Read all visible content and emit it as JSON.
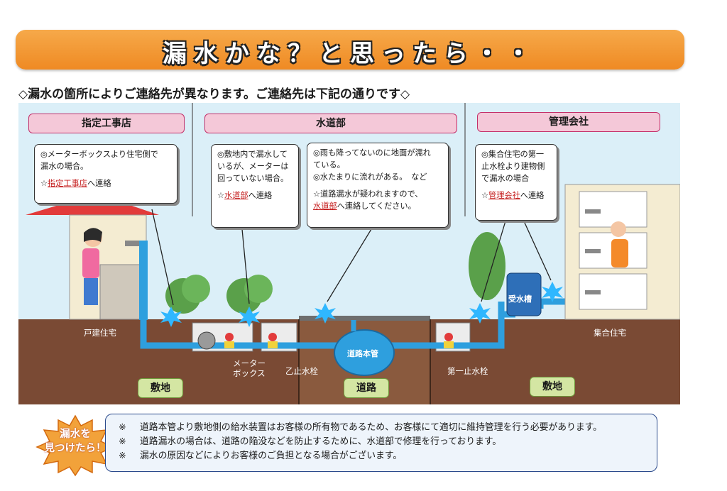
{
  "banner": {
    "title": "漏水かな？と思ったら・・"
  },
  "subtitle": "◇漏水の箇所によりご連絡先が異なります。ご連絡先は下記の通りです◇",
  "sections": {
    "contractor": {
      "header": "指定工事店"
    },
    "waterworks": {
      "header": "水道部"
    },
    "management": {
      "header": "管理会社"
    }
  },
  "notes": {
    "contractor": {
      "line1": "◎メーターボックスより住宅側で",
      "line2": "漏水の場合。",
      "contact_prefix": "☆",
      "contact_link": "指定工事店",
      "contact_suffix": "へ連絡"
    },
    "premises": {
      "line1": "◎敷地内で漏水して",
      "line2": "いるが、メーターは",
      "line3": "回っていない場合。",
      "contact_prefix": "☆",
      "contact_link": "水道部",
      "contact_suffix": "へ連絡"
    },
    "road": {
      "line1": "◎雨も降ってないのに地面が濡れ",
      "line2": "ている。",
      "line3": "◎水たまりに流れがある。　など",
      "line4": "☆道路漏水が疑われますので、",
      "contact_link": "水道部",
      "contact_suffix": "へ連絡してください。"
    },
    "apartment": {
      "line1": "◎集合住宅の第一",
      "line2": "止水栓より建物側",
      "line3": "で漏水の場合",
      "contact_prefix": "☆",
      "contact_link": "管理会社",
      "contact_suffix": "へ連絡"
    }
  },
  "labels": {
    "house": "戸建住宅",
    "apartment": "集合住宅",
    "meter_box_line1": "メーター",
    "meter_box_line2": "ボックス",
    "stop_valve_b": "乙止水栓",
    "first_stop_valve": "第一止水栓",
    "main_pipe": "道路本管",
    "tank": "受水槽"
  },
  "ground": {
    "premises_left": "敷地",
    "road": "道路",
    "premises_right": "敷地"
  },
  "starburst": {
    "line1": "漏水を",
    "line2": "見つけたら！"
  },
  "footnotes": [
    {
      "mark": "※",
      "text": "道路本管より敷地側の給水装置はお客様の所有物であるため、お客様にて適切に維持管理を行う必要があります。"
    },
    {
      "mark": "※",
      "text": "道路漏水の場合は、道路の陥没などを防止するために、水道部で修理を行っております。"
    },
    {
      "mark": "※",
      "text": "漏水の原因などによりお客様のご負担となる場合がございます。"
    }
  ],
  "colors": {
    "banner": "#ef8a23",
    "pipe": "#2e9fde",
    "header": "#f4c8d8",
    "ground": "#7a4a34",
    "sky": "#dbeff8",
    "link": "#c41b1b"
  }
}
